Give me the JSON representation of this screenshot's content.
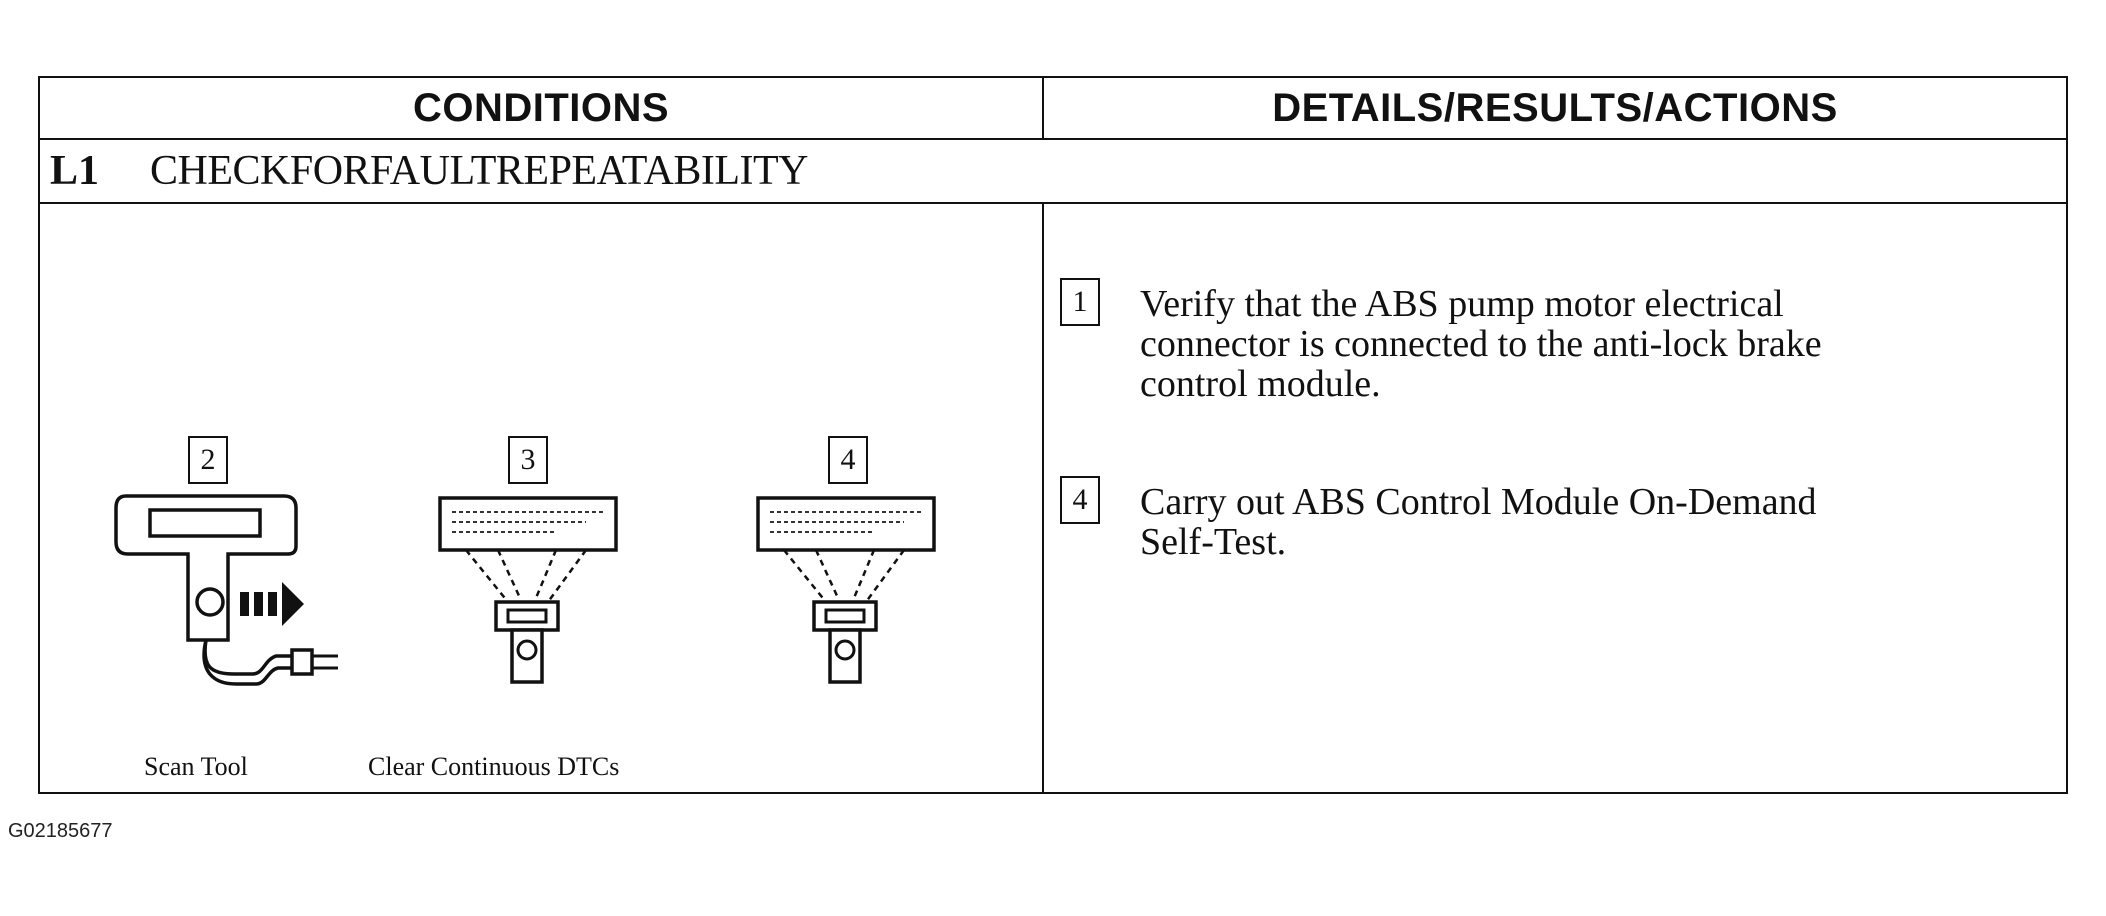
{
  "header": {
    "conditions": "CONDITIONS",
    "details": "DETAILS/RESULTS/ACTIONS"
  },
  "step": {
    "id": "L1",
    "title": "CHECKFORFAULTREPEATABILITY"
  },
  "illustrations": [
    {
      "number": "2",
      "caption": "Scan Tool",
      "icon": "scan-tool-icon"
    },
    {
      "number": "3",
      "caption": "Clear Continuous DTCs",
      "icon": "scan-tool-display-icon"
    },
    {
      "number": "4",
      "caption": "",
      "icon": "scan-tool-display-icon"
    }
  ],
  "actions": [
    {
      "number": "1",
      "lines": [
        "Verify that the ABS pump motor electrical",
        "connector is connected to the anti-lock brake",
        "control module."
      ]
    },
    {
      "number": "4",
      "lines": [
        "Carry out ABS Control Module On-Demand",
        "Self-Test."
      ]
    }
  ],
  "footer": {
    "code": "G02185677"
  }
}
